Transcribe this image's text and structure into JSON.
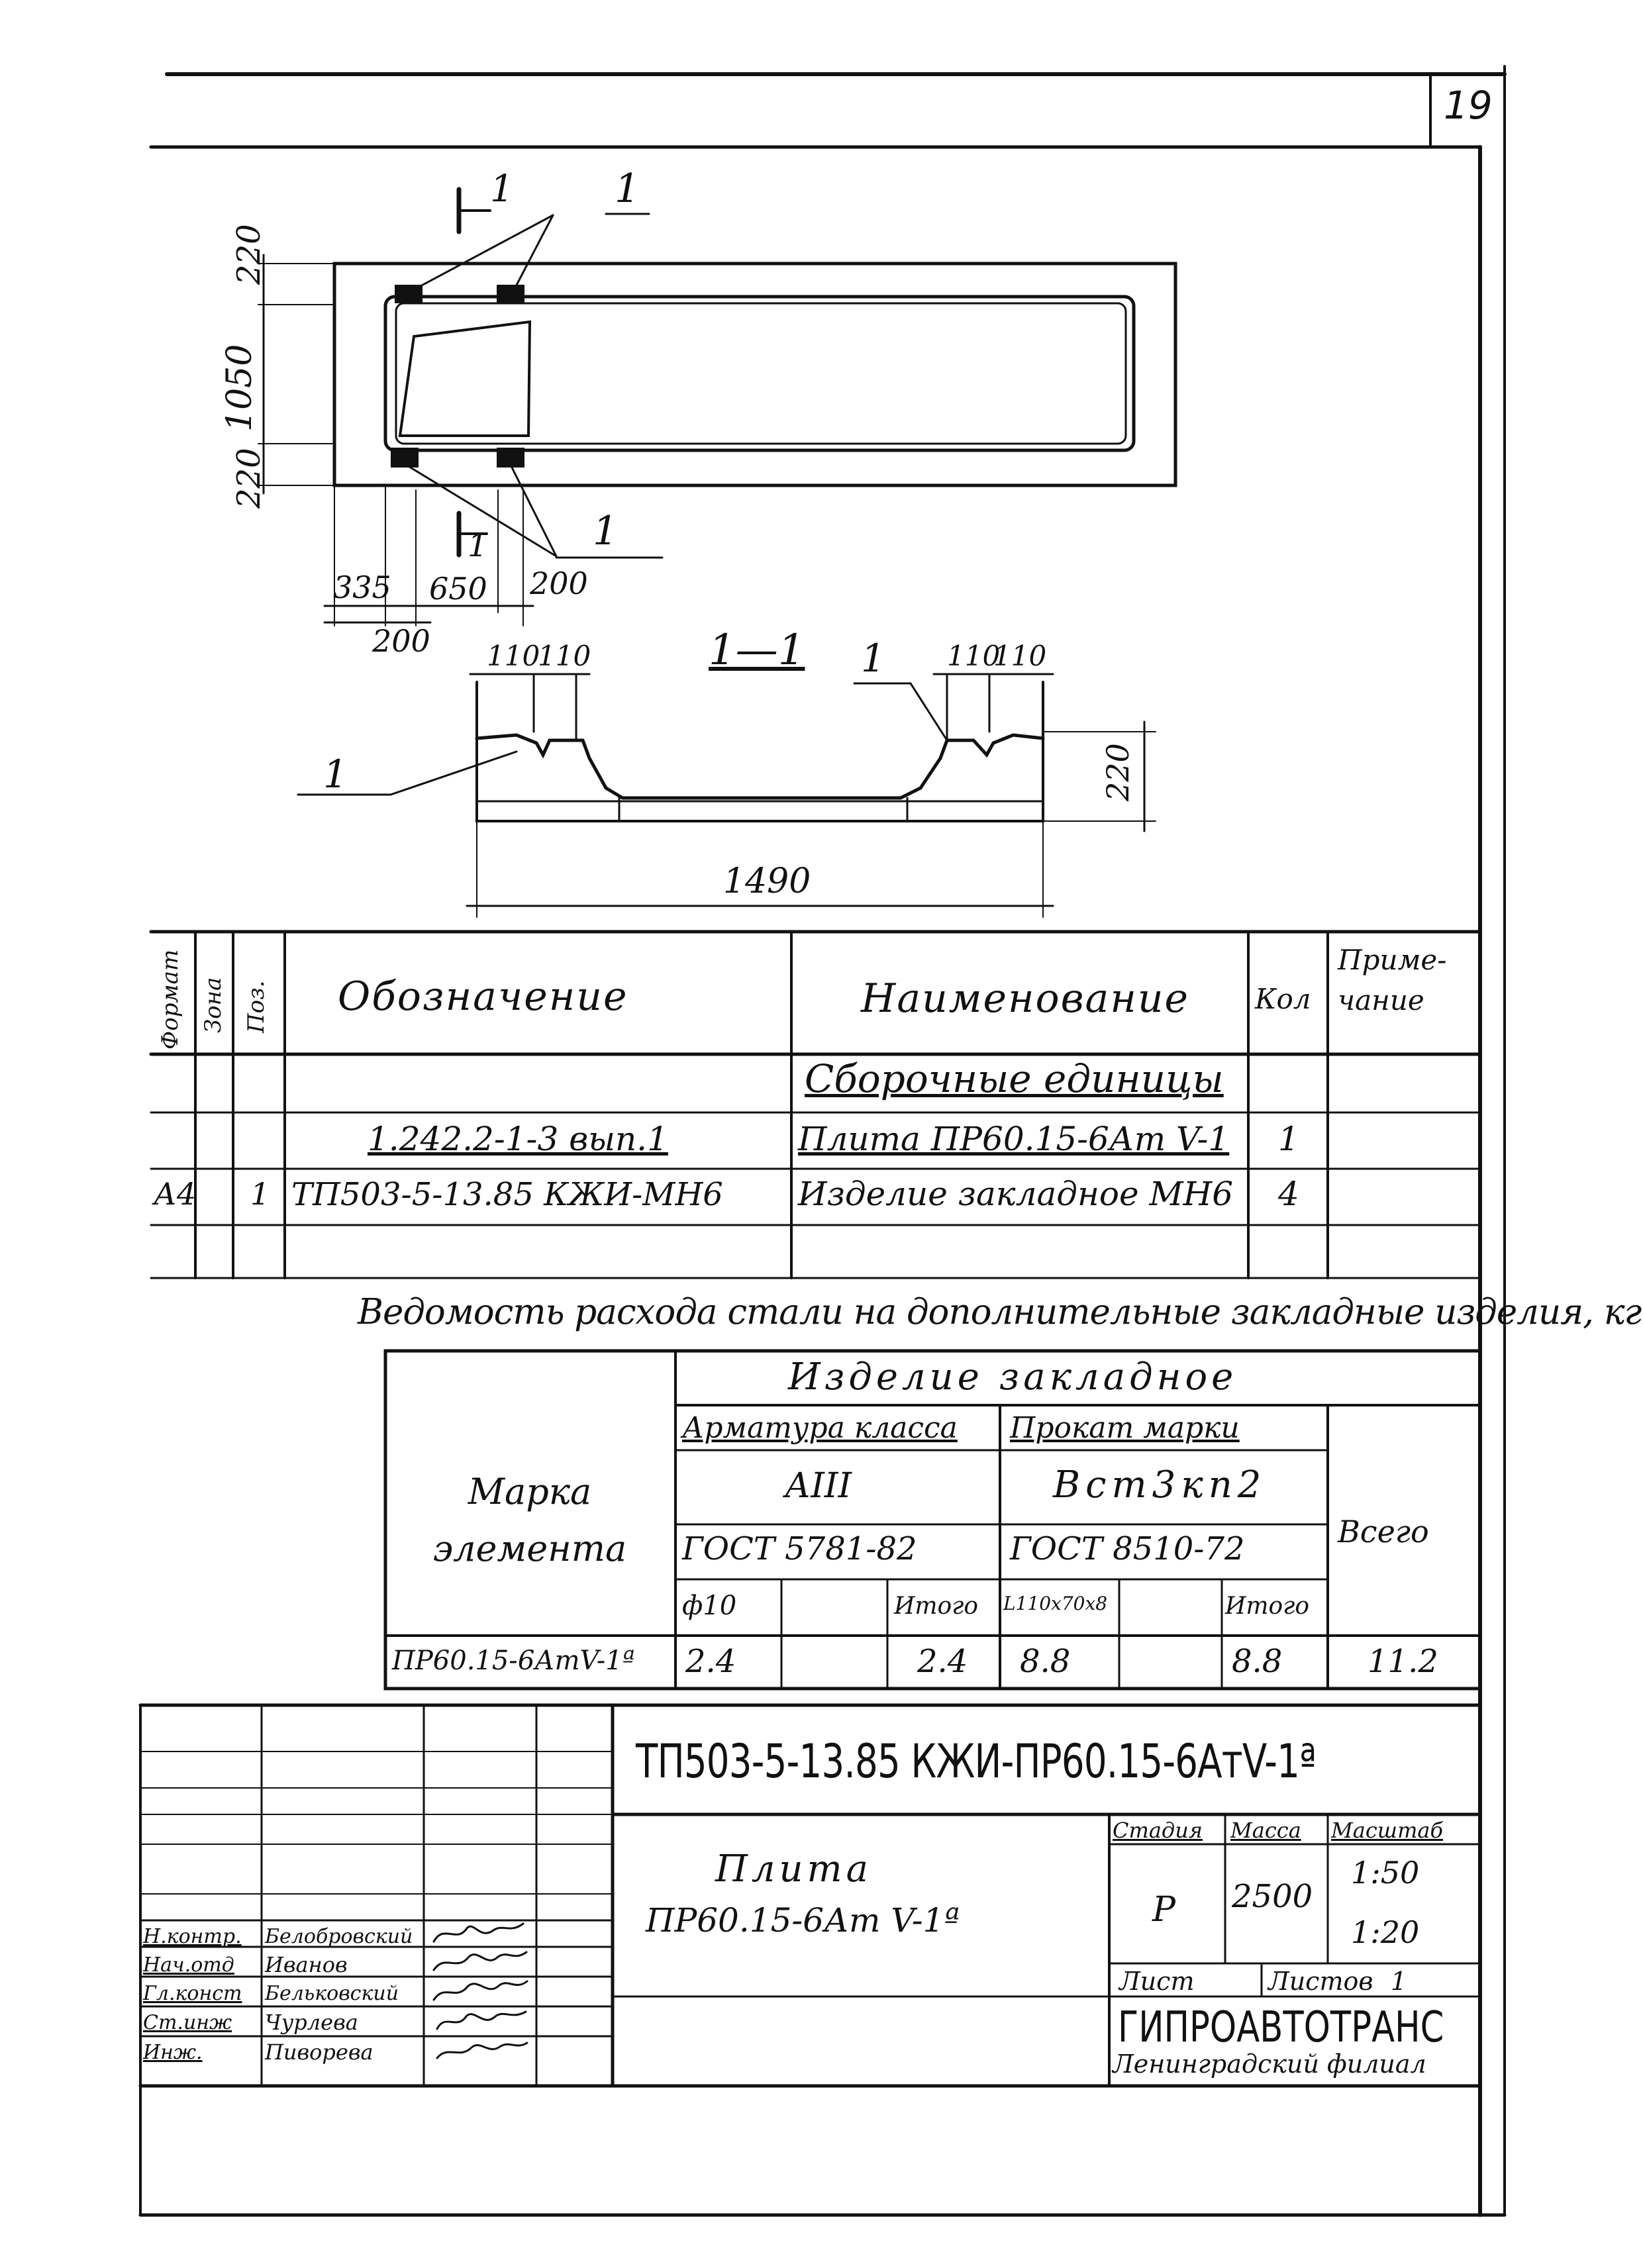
{
  "sheet_number": "19",
  "plan_view": {
    "section_mark": "1",
    "section_mark_bottom": "1",
    "callout_top": "1",
    "callout_bottom": "1",
    "dim_left": [
      "220",
      "1050",
      "220"
    ],
    "dim_bottom_row1": [
      "335",
      "650",
      "200"
    ],
    "dim_bottom_row2": "200"
  },
  "section_view": {
    "title": "1—1",
    "callout_right": "1",
    "callout_left": "1",
    "dims_top_left": [
      "110",
      "110"
    ],
    "dims_top_right": [
      "110",
      "110"
    ],
    "dim_height": "220",
    "dim_length": "1490"
  },
  "spec_table": {
    "headers": {
      "format": "Формат",
      "zone": "Зона",
      "pos": "Поз.",
      "designation": "Обозначение",
      "name": "Наименование",
      "qty": "Кол",
      "note": "Приме-\nчание"
    },
    "rows": [
      {
        "format": "",
        "pos": "",
        "designation": "",
        "name": "Сборочные единицы",
        "qty": ""
      },
      {
        "format": "",
        "pos": "",
        "designation": "1.242.2-1-3  вып.1",
        "name": "Плита ПР60.15-6Ат V-1",
        "qty": "1"
      },
      {
        "format": "А4",
        "pos": "1",
        "designation": "ТП503-5-13.85    КЖИ-МН6",
        "name": "Изделие закладное МН6",
        "qty": "4"
      }
    ]
  },
  "steel_table": {
    "caption": "Ведомость расхода стали на дополнительные закладные изделия, кг",
    "col_group": "Изделие закладное",
    "mark_label": "Марка элемента",
    "rebar_class_label": "Арматура класса",
    "rebar_class": "АIII",
    "rebar_gost": "ГОСТ 5781-82",
    "rolled_label": "Прокат марки",
    "rolled_grade": "Вст3кп2",
    "rolled_gost": "ГОСТ 8510-72",
    "total_label": "Всего",
    "sub_cols": [
      "ф10",
      "",
      "Итого",
      "L110x70x8",
      "",
      "Итого"
    ],
    "row": {
      "mark": "ПР60.15-6АтV-1ª",
      "values": [
        "2.4",
        "",
        "2.4",
        "8.8",
        "",
        "8.8"
      ],
      "total": "11.2"
    }
  },
  "title_block": {
    "code": "ТП503-5-13.85 КЖИ-ПР60.15-6АтV-1ª",
    "item_name_line1": "Плита",
    "item_name_line2": "ПР60.15-6Ат V-1ª",
    "stage_label": "Стадия",
    "mass_label": "Масса",
    "scale_label": "Масштаб",
    "stage": "Р",
    "mass": "2500",
    "scale1": "1:50",
    "scale2": "1:20",
    "sheet_label": "Лист",
    "sheets_label": "Листов",
    "sheets_count": "1",
    "org_name": "ГИПРОАВТОТРАНС",
    "org_branch": "Ленинградский филиал",
    "signatures": [
      {
        "role": "Н.контр.",
        "name": "Белобровский"
      },
      {
        "role": "Нач.отд",
        "name": "Иванов"
      },
      {
        "role": "Гл.конст",
        "name": "Бельковский"
      },
      {
        "role": "Ст.инж",
        "name": "Чурлева"
      },
      {
        "role": "Инж.",
        "name": "Пиворева"
      }
    ]
  }
}
